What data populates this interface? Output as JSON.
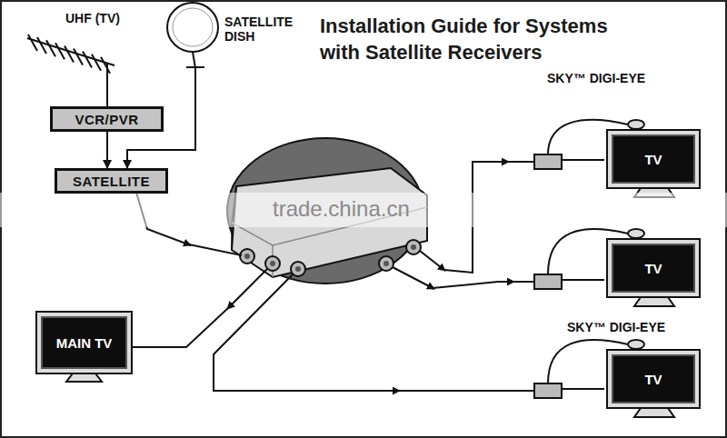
{
  "diagram": {
    "title": "Installation Guide for Systems with Satellite Receivers",
    "nodes": [
      {
        "text": [
          "UHF (TV)"
        ]
      },
      {
        "text": [
          "SATELLITE DISH"
        ]
      },
      {
        "text": [
          "VCR/PVR"
        ]
      },
      {
        "text": [
          "SATELLITE"
        ]
      },
      {
        "text": [
          "TV"
        ]
      },
      {
        "text": [
          "TV"
        ]
      },
      {
        "text": [
          "MAIN TV"
        ]
      },
      {
        "text": [
          "TV"
        ]
      }
    ],
    "edges": [
      {
        "from": 0,
        "to": 2,
        "arrow": "none"
      },
      {
        "from": 1,
        "to": 3,
        "arrow": "to"
      },
      {
        "from": 2,
        "to": 3,
        "arrow": "to"
      }
    ],
    "labels": [
      "SKY™ DIGI-EYE",
      "SKY™ DIGI-EYE",
      "trade.china.cn"
    ]
  }
}
